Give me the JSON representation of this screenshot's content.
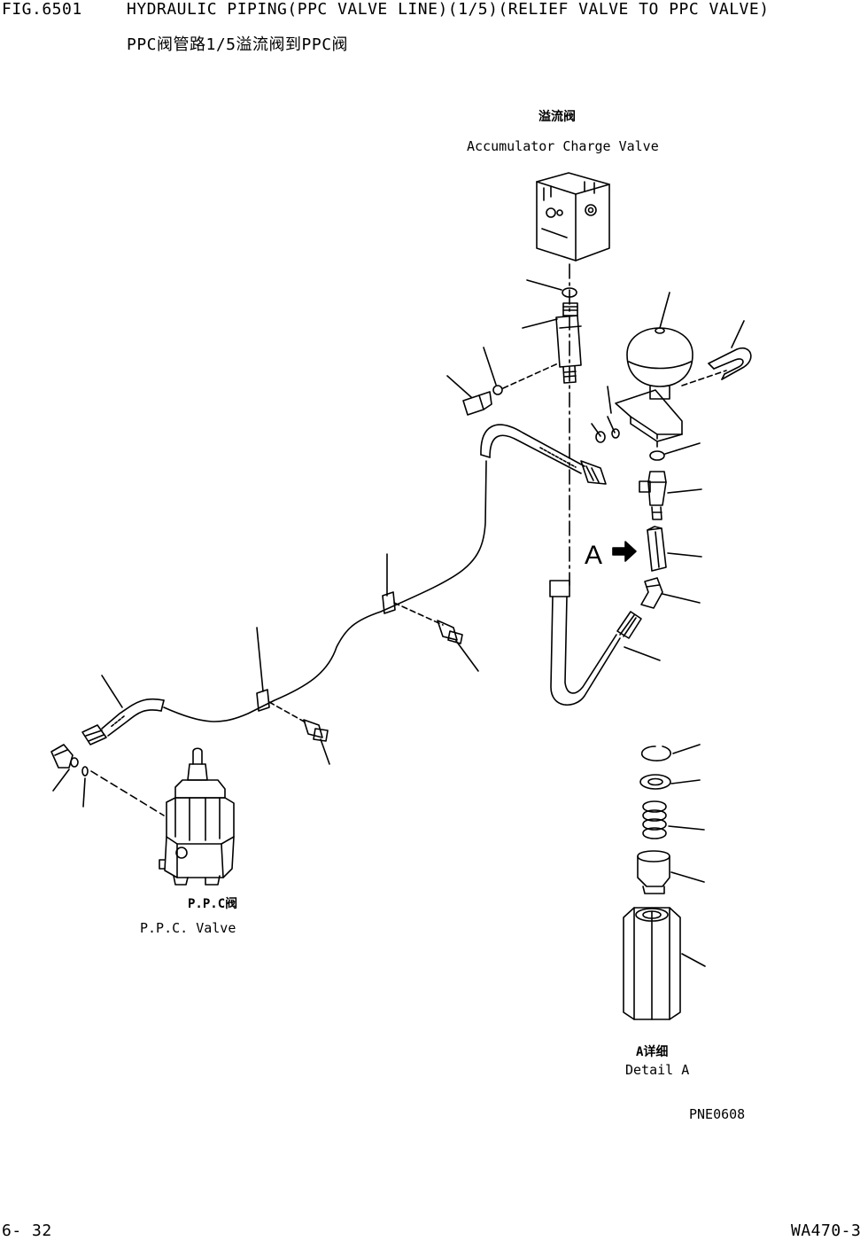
{
  "header": {
    "fig_number": "FIG.6501",
    "title": "HYDRAULIC PIPING(PPC VALVE LINE)(1/5)(RELIEF VALVE TO PPC VALVE)",
    "subtitle_cn": "PPC阀管路1/5溢流阀到PPC阀"
  },
  "labels": {
    "relief_cn": "溢流阀",
    "relief_en": "Accumulator Charge Valve",
    "ppc_cn": "P.P.C阀",
    "ppc_en": "P.P.C. Valve",
    "detail_arrow": "A",
    "detail_cn": "A详细",
    "detail_en": "Detail A",
    "drawing_code": "PNE0608"
  },
  "footer": {
    "page_number": "6- 32",
    "model": "WA470-3"
  },
  "colors": {
    "ink": "#000000",
    "paper": "#ffffff"
  }
}
